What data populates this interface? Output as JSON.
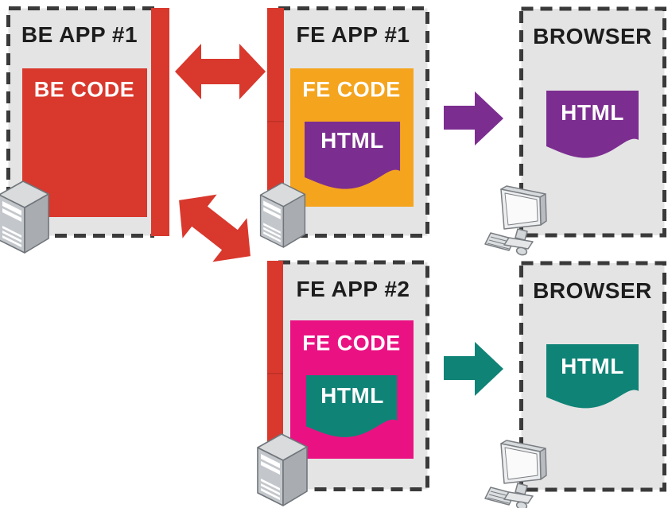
{
  "diagram": {
    "panels": {
      "be_app_1": {
        "title": "BE APP #1",
        "code_label": "BE CODE"
      },
      "fe_app_1": {
        "title": "FE APP #1",
        "code_label": "FE CODE",
        "doc_label": "HTML"
      },
      "browser_1": {
        "title": "BROWSER",
        "doc_label": "HTML"
      },
      "fe_app_2": {
        "title": "FE APP #2",
        "code_label": "FE CODE",
        "doc_label": "HTML"
      },
      "browser_2": {
        "title": "BROWSER",
        "doc_label": "HTML"
      }
    },
    "icons": {
      "server": "server-tower-icon",
      "monitor": "desktop-monitor-icon",
      "be_fe1_link": "double-headed-arrow-icon",
      "be_fe2_link": "double-headed-arrow-icon",
      "fe1_to_browser": "right-arrow-icon",
      "fe2_to_browser": "right-arrow-icon"
    },
    "colors": {
      "red": "#d9382d",
      "yellow": "#f5a41e",
      "purple": "#7c2e90",
      "magenta": "#ea1283",
      "teal": "#108377",
      "panel_fill": "#e4e4e4",
      "panel_border": "#3a3a3a",
      "title_text": "#1d1d1d",
      "label_text": "#ffffff"
    }
  }
}
